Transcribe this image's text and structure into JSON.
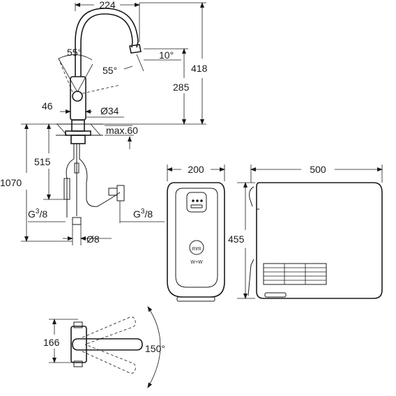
{
  "dimensions": {
    "spout_reach": "224",
    "spout_angle_left": "55°",
    "spout_angle_right": "55°",
    "outlet_angle": "10°",
    "total_height": "418",
    "outlet_height": "285",
    "body_offset": "46",
    "base_diameter": "Ø34",
    "counter_thickness": "max.60",
    "hose_upper": "515",
    "hose_total": "1070",
    "thread_left_base": "G",
    "thread_left_sup": "3",
    "thread_left_den": "/8",
    "thread_right_base": "G",
    "thread_right_sup": "3",
    "thread_right_den": "/8",
    "pipe_diameter": "Ø8",
    "boiler_width": "200",
    "boiler_depth": "500",
    "boiler_height": "455",
    "swivel_offset": "166",
    "swivel_angle": "150°"
  },
  "boiler": {
    "display_icon_text": "mm",
    "display_sub_text": "W+W"
  },
  "colors": {
    "line": "#1a1a1a",
    "background": "#ffffff"
  }
}
